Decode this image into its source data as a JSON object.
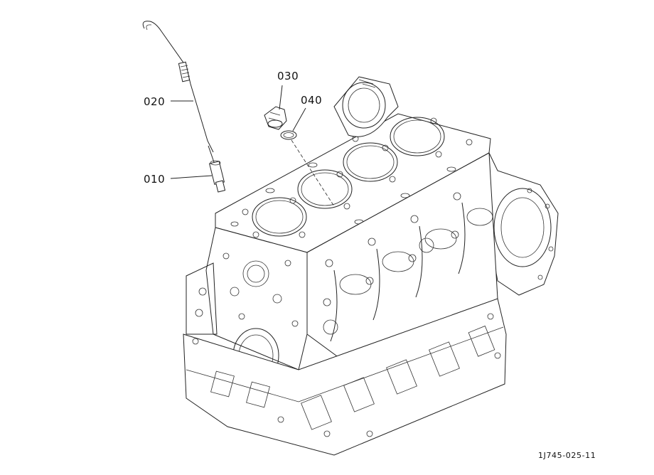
{
  "callouts": [
    {
      "id": "010",
      "label": "010"
    },
    {
      "id": "020",
      "label": "020"
    },
    {
      "id": "030",
      "label": "030"
    },
    {
      "id": "040",
      "label": "040"
    }
  ],
  "drawing_code": "1J745-025-11"
}
